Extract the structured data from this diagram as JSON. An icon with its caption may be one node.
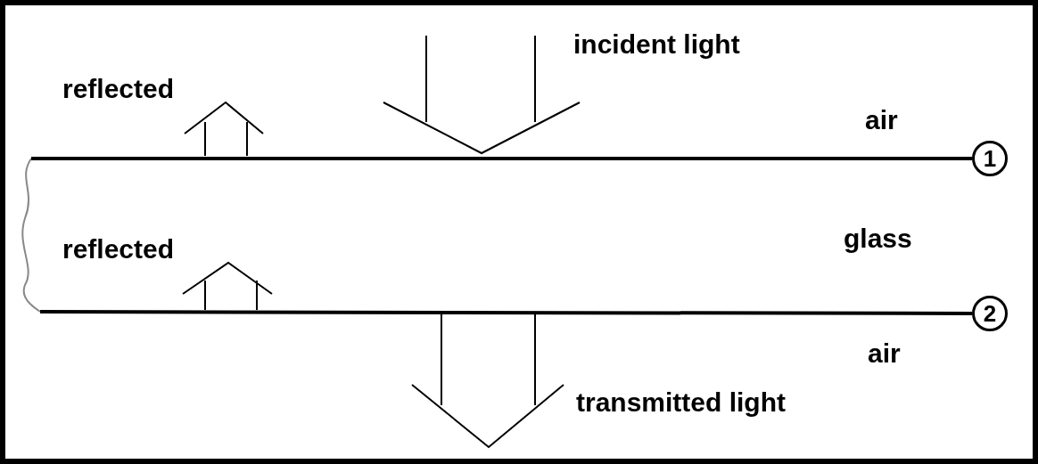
{
  "diagram": {
    "nodes": [
      {
        "text": [
          "1"
        ]
      },
      {
        "text": [
          "2"
        ]
      }
    ],
    "edges": [
      {
        "from": null,
        "to": 0,
        "arrow": "none"
      },
      {
        "from": null,
        "to": 1,
        "arrow": "none"
      }
    ],
    "labels": [
      "incident light",
      "reflected",
      "air",
      "glass",
      "reflected",
      "air",
      "transmitted light"
    ]
  }
}
